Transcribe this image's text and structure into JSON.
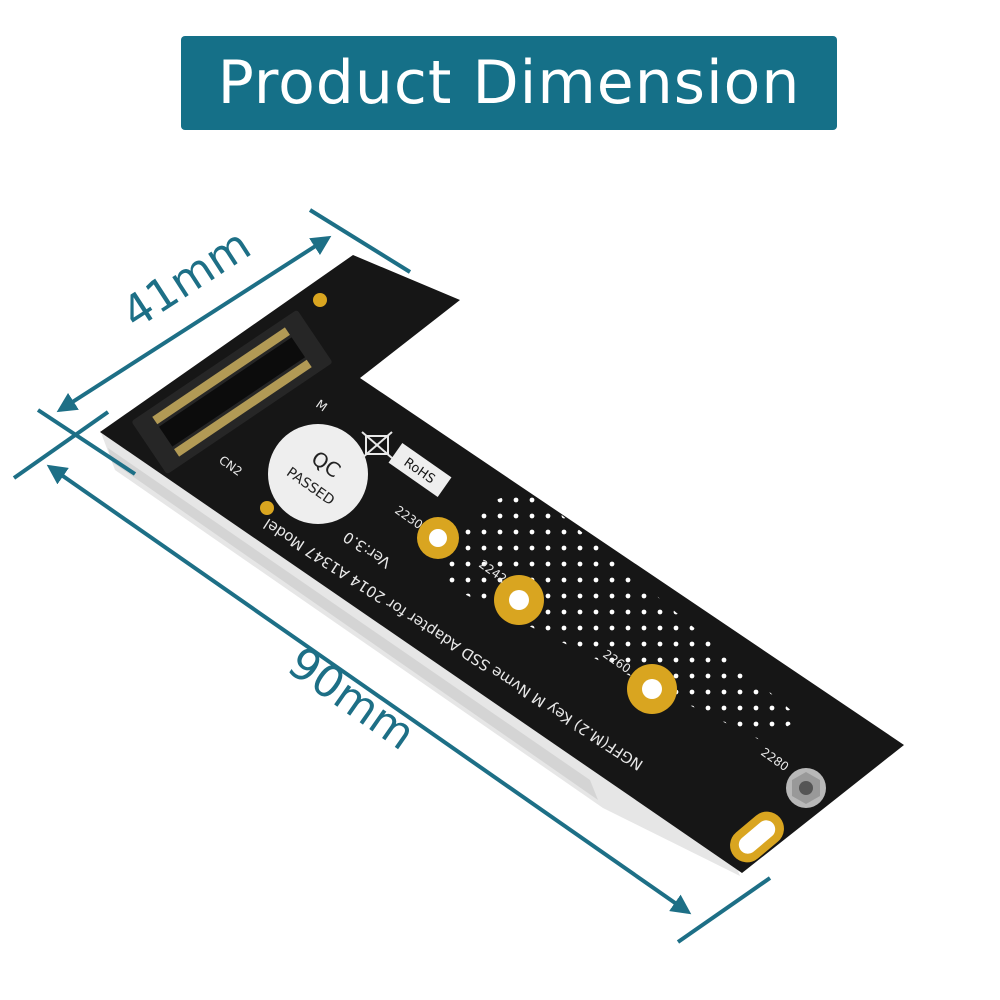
{
  "header": {
    "title": "Product Dimension"
  },
  "dimensions": {
    "width_label": "41mm",
    "length_label": "90mm"
  },
  "board": {
    "text_line1": "NGFF(M.2) Key M Nvme SSD Adapter for 2014 A1347 Model",
    "text_line2": "Ver:3.0",
    "connector_label": "CN2",
    "key_label": "M",
    "sticker_line1": "QC",
    "sticker_line2": "PASSED",
    "rohs_label": "RoHS",
    "mount_labels": [
      "2230",
      "2242",
      "2260",
      "2280"
    ]
  },
  "colors": {
    "accent": "#157088",
    "board": "#161616",
    "gold": "#d9a520",
    "sticker": "#eeeeee"
  }
}
